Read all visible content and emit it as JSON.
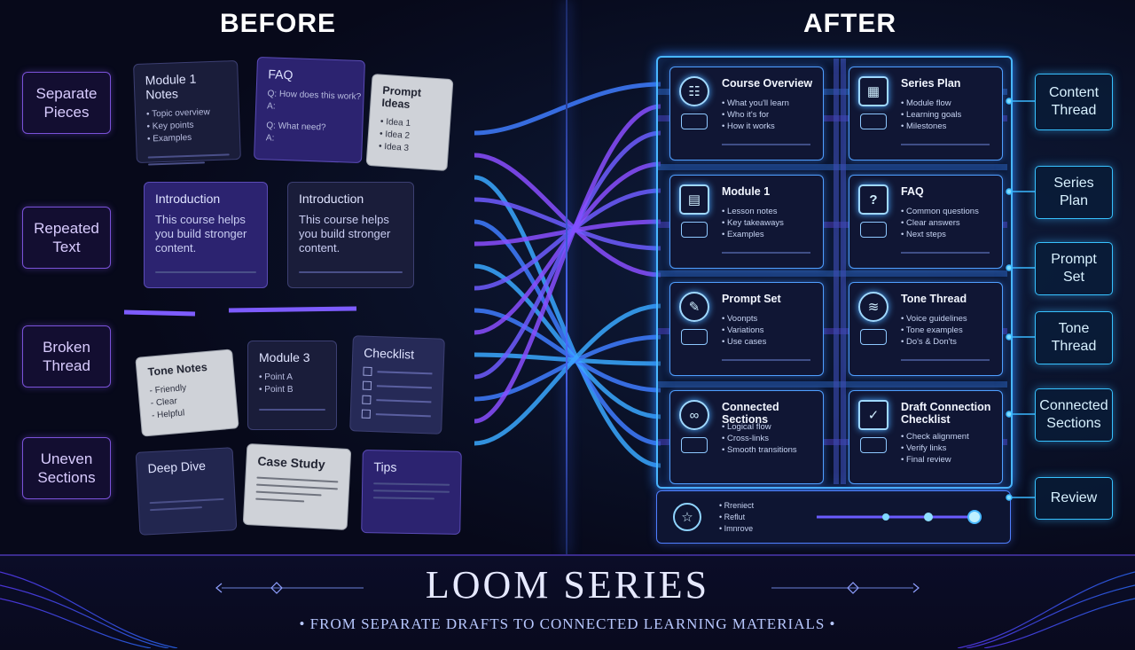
{
  "headers": {
    "before": "BEFORE",
    "after": "AFTER"
  },
  "left_labels": [
    "Separate\nPieces",
    "Repeated\nText",
    "Broken\nThread",
    "Uneven\nSections"
  ],
  "notes": {
    "module1": {
      "title": "Module 1 Notes",
      "items": [
        "• Topic overview",
        "• Key points",
        "• Examples"
      ]
    },
    "faq": {
      "title": "FAQ",
      "lines": [
        "Q: How does this work?",
        "A:",
        "Q: What need?",
        "A:"
      ]
    },
    "prompt_ideas": {
      "title": "Prompt Ideas",
      "items": [
        "• Idea 1",
        "• Idea 2",
        "• Idea 3"
      ]
    },
    "intro1": {
      "title": "Introduction",
      "body": "This course helps you build stronger content."
    },
    "intro2": {
      "title": "Introduction",
      "body": "This course helps you build stronger content."
    },
    "tone_notes": {
      "title": "Tone Notes",
      "items": [
        "- Friendly",
        "- Clear",
        "- Helpful"
      ]
    },
    "module3": {
      "title": "Module 3",
      "items": [
        "• Point A",
        "• Point B"
      ]
    },
    "checklist": {
      "title": "Checklist"
    },
    "deep_dive": {
      "title": "Deep Dive"
    },
    "case_study": {
      "title": "Case Study"
    },
    "tips": {
      "title": "Tips"
    }
  },
  "cards": [
    {
      "title": "Course Overview",
      "items": [
        "What you'll learn",
        "Who it's for",
        "How it works"
      ],
      "icon": "book-icon"
    },
    {
      "title": "Series Plan",
      "items": [
        "Module flow",
        "Learning goals",
        "Milestones"
      ],
      "icon": "calendar-icon"
    },
    {
      "title": "Module 1",
      "items": [
        "Lesson notes",
        "Key takeaways",
        "Examples"
      ],
      "icon": "document-icon"
    },
    {
      "title": "FAQ",
      "items": [
        "Common questions",
        "Clear answers",
        "Next steps"
      ],
      "icon": "question-icon"
    },
    {
      "title": "Prompt Set",
      "items": [
        "Voonpts",
        "Variations",
        "Use cases"
      ],
      "icon": "pencil-icon"
    },
    {
      "title": "Tone Thread",
      "items": [
        "Voice guidelines",
        "Tone examples",
        "Do's & Don'ts"
      ],
      "icon": "waveform-icon"
    },
    {
      "title": "Connected Sections",
      "items": [
        "Logical flow",
        "Cross-links",
        "Smooth transitions"
      ],
      "icon": "link-icon"
    },
    {
      "title": "Draft Connection Checklist",
      "items": [
        "Check alignment",
        "Verify links",
        "Final review"
      ],
      "icon": "checkbox-icon"
    }
  ],
  "review_items": [
    "Rreniect",
    "Reflut",
    "Imnrove"
  ],
  "right_labels": [
    "Content\nThread",
    "Series\nPlan",
    "Prompt\nSet",
    "Tone\nThread",
    "Connected\nSections",
    "Review"
  ],
  "banner": {
    "title": "LOOM SERIES",
    "subtitle": "• FROM SEPARATE DRAFTS TO CONNECTED LEARNING MATERIALS •"
  },
  "colors": {
    "accent_purple": "#7a52d8",
    "accent_blue": "#49b7ff",
    "thread_blue": "#3f7dff",
    "thread_purple": "#8a4dff"
  }
}
